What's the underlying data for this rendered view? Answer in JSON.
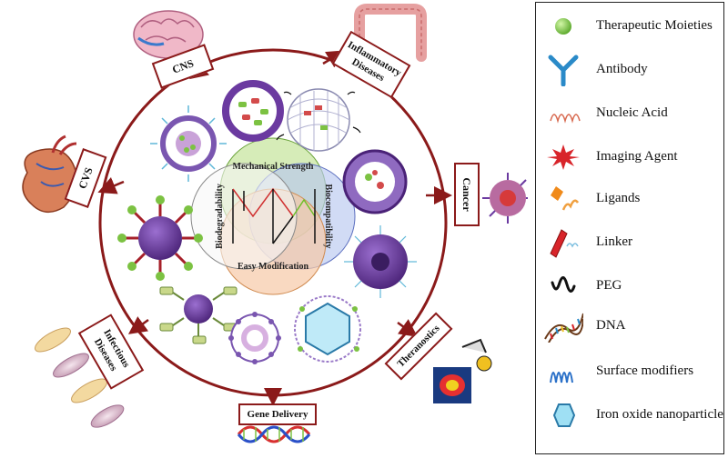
{
  "center": {
    "properties": [
      "Mechanical Strength",
      "Biocompatibility",
      "Easy Modification",
      "Biodegradability"
    ]
  },
  "applications": {
    "cns": "CNS",
    "inflammatory": "Inflammatory Diseases",
    "cvs": "CVS",
    "cancer": "Cancer",
    "infectious": "Infectious Diseases",
    "theranostics": "Theranostics",
    "gene_delivery": "Gene Delivery"
  },
  "legend": {
    "items": [
      {
        "label": "Therapeutic Moieties",
        "icon": "green-sphere-icon"
      },
      {
        "label": "Antibody",
        "icon": "antibody-icon"
      },
      {
        "label": "Nucleic Acid",
        "icon": "nucleic-acid-icon"
      },
      {
        "label": "Imaging Agent",
        "icon": "imaging-agent-icon"
      },
      {
        "label": "Ligands",
        "icon": "ligands-icon"
      },
      {
        "label": "Linker",
        "icon": "linker-icon"
      },
      {
        "label": "PEG",
        "icon": "peg-icon"
      },
      {
        "label": "DNA",
        "icon": "dna-icon"
      },
      {
        "label": "Surface modifiers",
        "icon": "surface-modifier-icon"
      },
      {
        "label": "Iron oxide nanoparticle",
        "icon": "iron-oxide-icon"
      }
    ]
  },
  "colors": {
    "circle": "#8b1a1a",
    "green": "#7cc242",
    "purple": "#5b2d8e",
    "red": "#c0392b",
    "cyan": "#7fd8f0"
  }
}
